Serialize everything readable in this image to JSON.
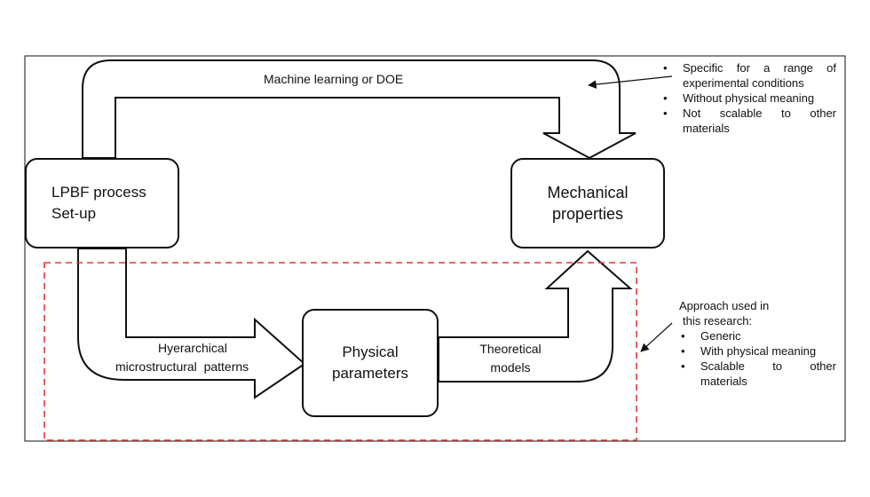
{
  "boxes": {
    "lpbf": {
      "line1": "LPBF process",
      "line2": "Set-up"
    },
    "mechanical": {
      "line1": "Mechanical",
      "line2": "properties"
    },
    "physical": {
      "line1": "Physical",
      "line2": "parameters"
    }
  },
  "labels": {
    "top_arrow": "Machine learning or DOE",
    "hierarchical_line1": "Hyerarchical",
    "hierarchical_line2": "microstructural  patterns",
    "theoretical_line1": "Theoretical",
    "theoretical_line2": "models"
  },
  "notes_top": {
    "items": [
      "Specific for a range of experimental conditions",
      "Without physical meaning",
      "Not scalable to other materials"
    ]
  },
  "notes_bottom": {
    "heading_line1": "Approach used in",
    "heading_line2": "this research:",
    "items": [
      "Generic",
      "With physical meaning",
      "Scalable to other materials"
    ]
  },
  "colors": {
    "frame": "#111111",
    "dashed_region": "#e53935"
  }
}
